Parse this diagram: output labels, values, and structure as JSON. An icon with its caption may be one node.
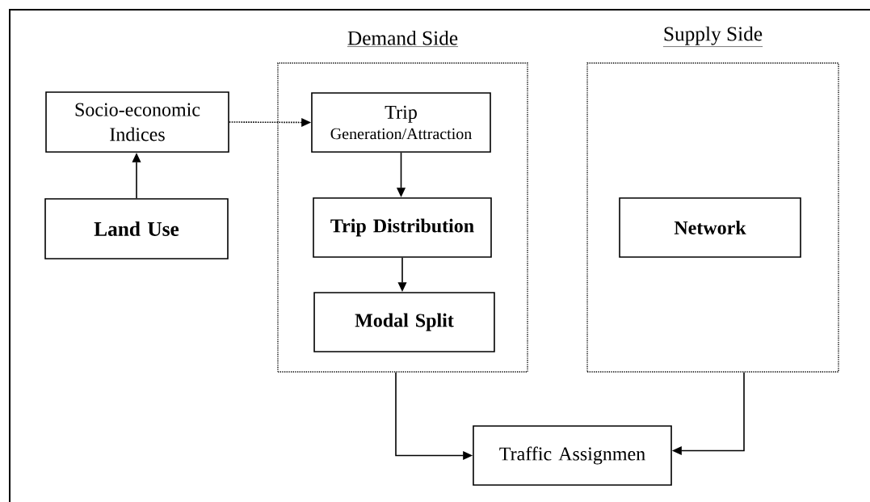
{
  "diagram": {
    "nodes": [
      {
        "text": [
          "Socio-economic Indices"
        ]
      },
      {
        "text": [
          "Demand Side"
        ]
      },
      {
        "text": [
          "Trip",
          "Generation/Attraction"
        ],
        "in": 1
      },
      {
        "text": [
          "Trip Distribution"
        ],
        "in": 1
      },
      {
        "text": [
          "Modal Split"
        ],
        "in": 1
      },
      {
        "text": [
          "Supply Side"
        ]
      },
      {
        "text": [
          "Network"
        ],
        "in": 5
      },
      {
        "text": [
          "Land Use"
        ]
      },
      {
        "text": [
          "Traffic Assignmen"
        ]
      }
    ],
    "edges": [
      {
        "from": 0,
        "to": 2,
        "arrow": "to",
        "style": "dashed"
      },
      {
        "from": 7,
        "to": 0,
        "arrow": "to"
      },
      {
        "from": 2,
        "to": 3,
        "arrow": "to"
      },
      {
        "from": 3,
        "to": 4,
        "arrow": "to"
      },
      {
        "from": 1,
        "to": 8,
        "arrow": "to"
      },
      {
        "from": 5,
        "to": 8,
        "arrow": "to"
      }
    ]
  }
}
